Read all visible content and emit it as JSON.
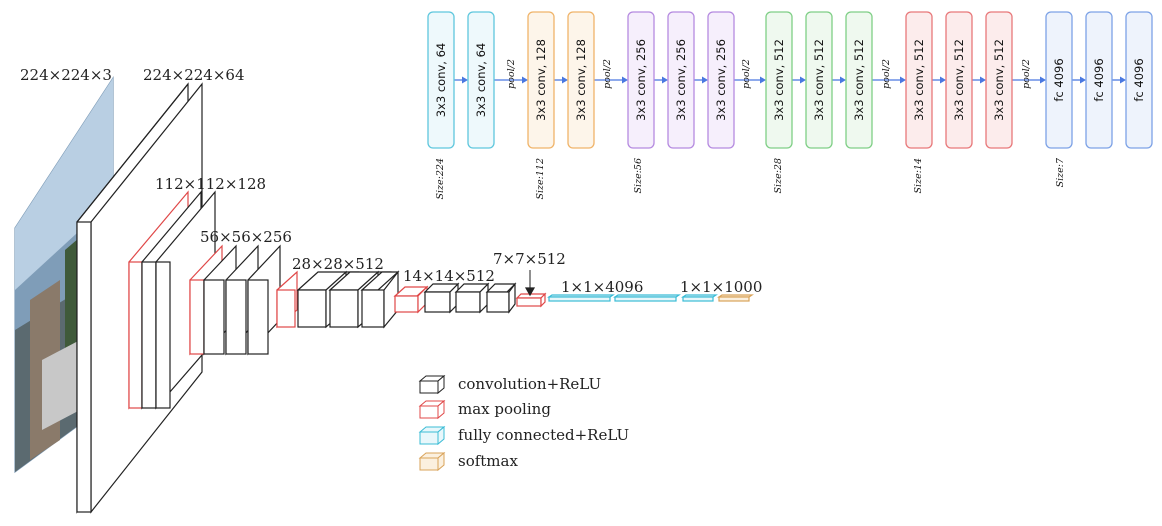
{
  "dims": {
    "input": "224×224×3",
    "conv1": "224×224×64",
    "conv2": "112×112×128",
    "conv3": "56×56×256",
    "conv4": "28×28×512",
    "conv5": "14×14×512",
    "pool5": "7×7×512",
    "fc": "1×1×4096",
    "out": "1×1×1000"
  },
  "legend": [
    {
      "label": "convolution+ReLU",
      "color": "#222222"
    },
    {
      "label": "max pooling",
      "color": "#e04848"
    },
    {
      "label": "fully connected+ReLU",
      "color": "#3bbcd6"
    },
    {
      "label": "softmax",
      "color": "#d9a35a"
    }
  ],
  "flow": {
    "blocks": [
      {
        "label": "3x3 conv, 64",
        "group": "g1"
      },
      {
        "label": "3x3 conv, 64",
        "group": "g1"
      },
      {
        "label": "3x3 conv, 128",
        "group": "g2"
      },
      {
        "label": "3x3 conv, 128",
        "group": "g2"
      },
      {
        "label": "3x3 conv, 256",
        "group": "g3"
      },
      {
        "label": "3x3 conv, 256",
        "group": "g3"
      },
      {
        "label": "3x3 conv, 256",
        "group": "g3"
      },
      {
        "label": "3x3 conv, 512",
        "group": "g4"
      },
      {
        "label": "3x3 conv, 512",
        "group": "g4"
      },
      {
        "label": "3x3 conv, 512",
        "group": "g4"
      },
      {
        "label": "3x3 conv, 512",
        "group": "g5"
      },
      {
        "label": "3x3 conv, 512",
        "group": "g5"
      },
      {
        "label": "3x3 conv, 512",
        "group": "g5"
      },
      {
        "label": "fc 4096",
        "group": "g6"
      },
      {
        "label": "fc 4096",
        "group": "g6"
      },
      {
        "label": "fc 4096",
        "group": "g6"
      }
    ],
    "pool_label": "pool/2",
    "sizes": [
      "Size:224",
      "Size:112",
      "Size:56",
      "Size:28",
      "Size:14",
      "Size:7"
    ],
    "colors": {
      "g1": {
        "stroke": "#5fc7dd",
        "fill": "#eef9fc"
      },
      "g2": {
        "stroke": "#f0b46a",
        "fill": "#fdf5ea"
      },
      "g3": {
        "stroke": "#b58ae0",
        "fill": "#f6effc"
      },
      "g4": {
        "stroke": "#7fcf86",
        "fill": "#eff9ef"
      },
      "g5": {
        "stroke": "#e8787a",
        "fill": "#fcecec"
      },
      "g6": {
        "stroke": "#7da2e6",
        "fill": "#eef3fc"
      }
    },
    "arrow_color": "#4a78e0"
  }
}
